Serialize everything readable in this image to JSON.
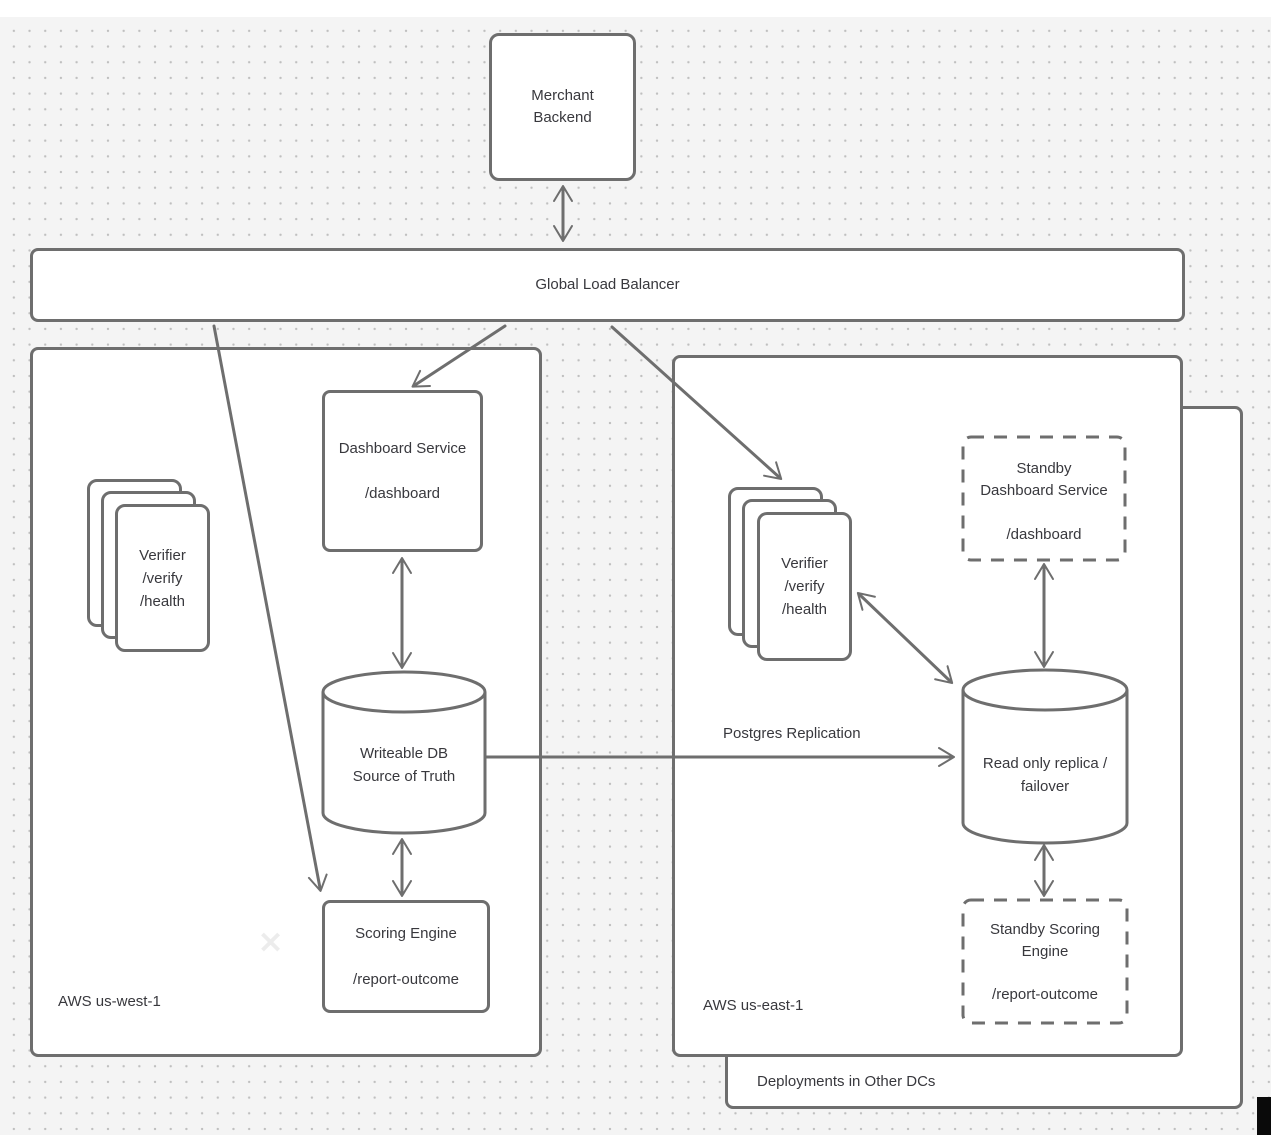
{
  "colors": {
    "stroke": "#6e6e6e",
    "text": "#38383d",
    "canvas_bg": "#f4f4f4",
    "dot": "#bfbfbf",
    "artifact": "#0a0a0a"
  },
  "nodes": {
    "merchant": {
      "line1": "Merchant",
      "line2": "Backend"
    },
    "glb": {
      "label": "Global Load Balancer"
    },
    "west_region": {
      "label": "AWS us-west-1"
    },
    "east_region": {
      "label": "AWS us-east-1"
    },
    "other_dcs": {
      "label": "Deployments in Other DCs"
    },
    "verifier_west": {
      "line1": "Verifier",
      "line2": "/verify",
      "line3": "/health"
    },
    "verifier_east": {
      "line1": "Verifier",
      "line2": "/verify",
      "line3": "/health"
    },
    "dashboard": {
      "title": "Dashboard Service",
      "path": "/dashboard"
    },
    "scoring": {
      "title": "Scoring Engine",
      "path": "/report-outcome"
    },
    "writeable_db": {
      "line1": "Writeable DB",
      "line2": "Source of Truth"
    },
    "replica_db": {
      "line1": "Read only replica /",
      "line2": "failover"
    },
    "standby_dashboard": {
      "line1": "Standby",
      "line2": "Dashboard Service",
      "path": "/dashboard"
    },
    "standby_scoring": {
      "line1": "Standby Scoring",
      "line2": "Engine",
      "path": "/report-outcome"
    }
  },
  "edges": {
    "replication_label": "Postgres Replication"
  },
  "watermark": {
    "glyph": "✕"
  }
}
